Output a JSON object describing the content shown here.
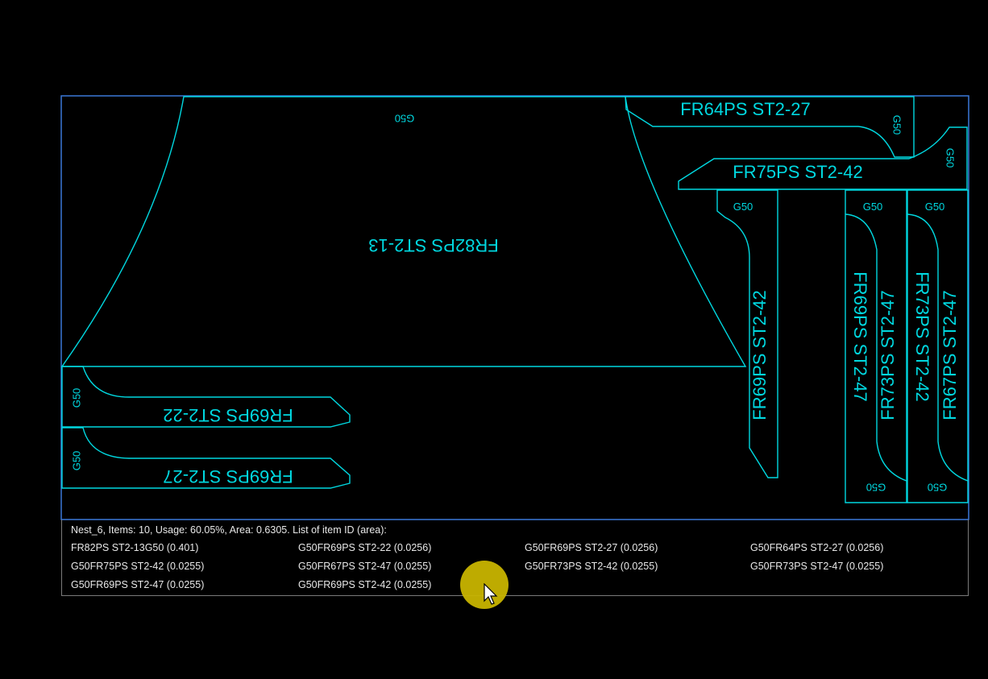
{
  "pieces": {
    "main": "FR82PS  ST2-13",
    "main_tag": "G50",
    "p_fr64_27": "FR64PS ST2-27",
    "p_fr75_42": "FR75PS ST2-42",
    "p_fr69_22": "FR69PS ST2-22",
    "p_fr69_27": "FR69PS ST2-27",
    "p_fr69_42": "FR69PS ST2-42",
    "p_fr69_47": "FR69PS ST2-47",
    "p_fr73_47": "FR73PS ST2-47",
    "p_fr73_42": "FR73PS ST2-42",
    "p_fr67_47": "FR67PS ST2-47",
    "tag": "G50"
  },
  "legend": {
    "summary": "Nest_6,  Items: 10,  Usage: 60.05%,  Area: 0.6305.    List of item ID (area):",
    "items": [
      "FR82PS  ST2-13G50 (0.401)",
      "G50FR69PS ST2-22 (0.0256)",
      "G50FR69PS ST2-27 (0.0256)",
      "G50FR64PS ST2-27 (0.0256)",
      "G50FR75PS ST2-42 (0.0255)",
      "G50FR67PS ST2-47 (0.0255)",
      "G50FR73PS ST2-42 (0.0255)",
      "G50FR73PS ST2-47 (0.0255)",
      "G50FR69PS ST2-47 (0.0255)",
      "G50FR69PS ST2-42 (0.0255)"
    ]
  }
}
